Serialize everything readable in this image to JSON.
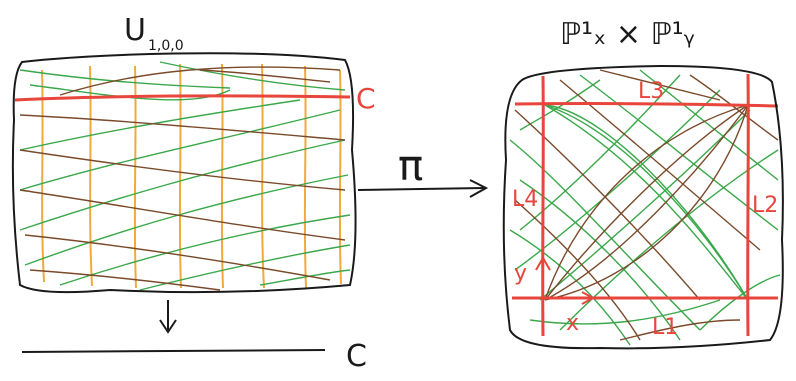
{
  "left_panel": {
    "title": "U",
    "title_subscript": "1,0,0",
    "curve_label": "C"
  },
  "map": {
    "label": "π"
  },
  "base": {
    "label": "C"
  },
  "right_panel": {
    "title": "ℙ¹ₓ × ℙ¹ᵧ",
    "lines": {
      "L1": "L1",
      "L2": "L2",
      "L3": "L3",
      "L4": "L4"
    },
    "axis_x": "x",
    "axis_y": "y"
  },
  "colors": {
    "outline": "#1a1a1a",
    "red": "#e8453c",
    "green": "#3aa84a",
    "brown": "#7a4a2a",
    "orange": "#f2a93b"
  }
}
